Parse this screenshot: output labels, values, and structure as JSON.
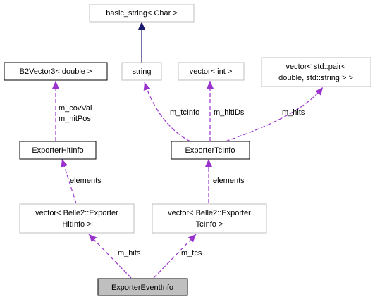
{
  "colors": {
    "edge_purple": "#9a32cd",
    "edge_navy": "#191970",
    "node_border_dark": "#000000",
    "node_border_light": "#bfbfbf",
    "highlight_fill": "#bfbfbf"
  },
  "nodes": {
    "basic_string": [
      "basic_string< Char >"
    ],
    "string": [
      "string"
    ],
    "vector_int": [
      "vector< int >"
    ],
    "vector_pair": [
      "vector< std::pair<",
      "double, std::string > >"
    ],
    "b2vector3": [
      "B2Vector3< double >"
    ],
    "exporter_hit_info": [
      "ExporterHitInfo"
    ],
    "exporter_tc_info": [
      "ExporterTcInfo"
    ],
    "vector_hit_info": [
      "vector< Belle2::Exporter",
      "HitInfo >"
    ],
    "vector_tc_info": [
      "vector< Belle2::Exporter",
      "TcInfo >"
    ],
    "exporter_event_info": [
      "ExporterEventInfo"
    ]
  },
  "edges": {
    "m_covval": "m_covVal",
    "m_hitpos": "m_hitPos",
    "m_tcinfo": "m_tcInfo",
    "m_hitids": "m_hitIDs",
    "m_hits_pair": "m_hits",
    "elements_hit": "elements",
    "elements_tc": "elements",
    "m_hits": "m_hits",
    "m_tcs": "m_tcs"
  }
}
